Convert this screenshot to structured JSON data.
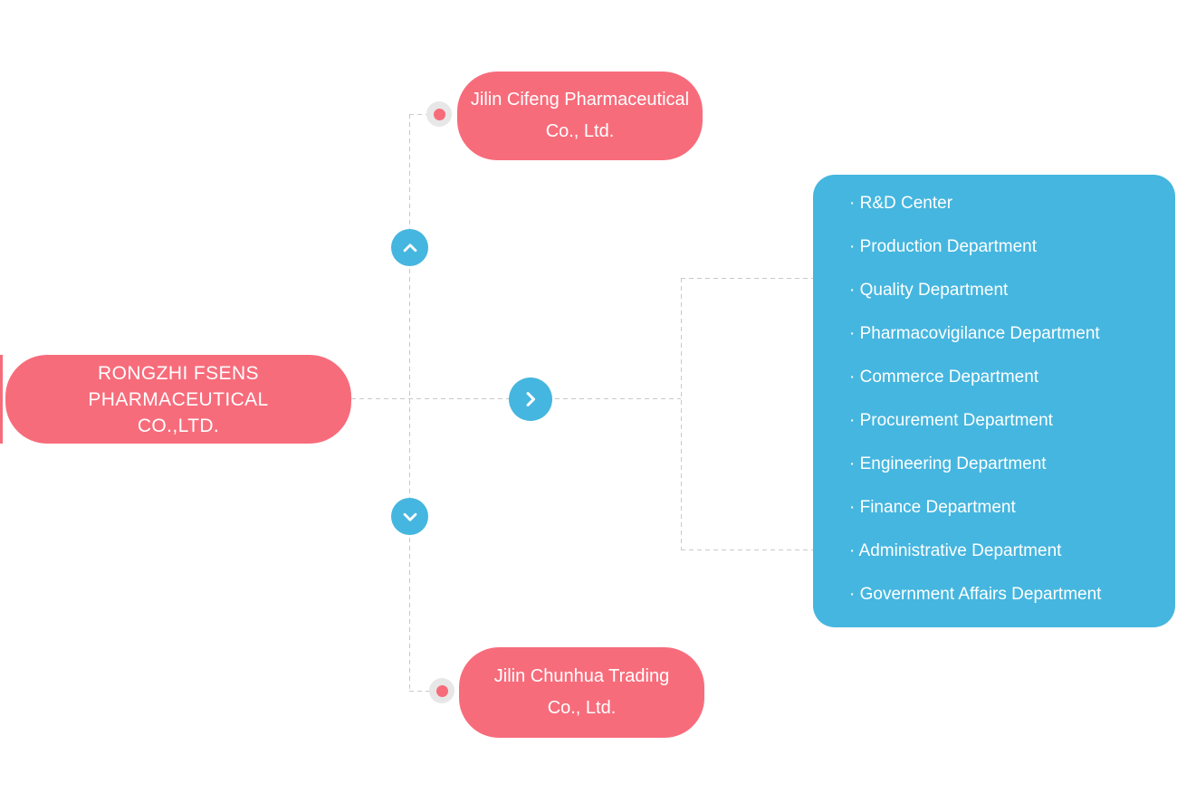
{
  "page": {
    "type": "organization-chart",
    "background": "#FFFFFF"
  },
  "colors": {
    "company_box": "#F76C7B",
    "department_box": "#45B6DF",
    "connector_line": "#C9C9C9",
    "node_dot_ring": "#E7E7E7",
    "node_dot_core": "#F76C7B",
    "text": "#FFFFFF"
  },
  "org_chart": {
    "root_company": {
      "line1": "RONGZHI FSENS PHARMACEUTICAL",
      "line2": "CO.,LTD."
    },
    "subsidiary_top": {
      "line1": "Jilin Cifeng Pharmaceutical",
      "line2": "Co., Ltd."
    },
    "subsidiary_bottom": {
      "line1": "Jilin Chunhua Trading",
      "line2": "Co., Ltd."
    },
    "departments": [
      "· R&D Center",
      "· Production Department",
      "· Quality Department",
      "· Pharmacovigilance Department",
      "· Commerce Department",
      "· Procurement Department",
      "· Engineering Department",
      "· Finance Department",
      "· Administrative Department",
      "· Government Affairs Department"
    ],
    "icons": {
      "up": "chevron-up",
      "down": "chevron-down",
      "right": "chevron-right"
    }
  }
}
